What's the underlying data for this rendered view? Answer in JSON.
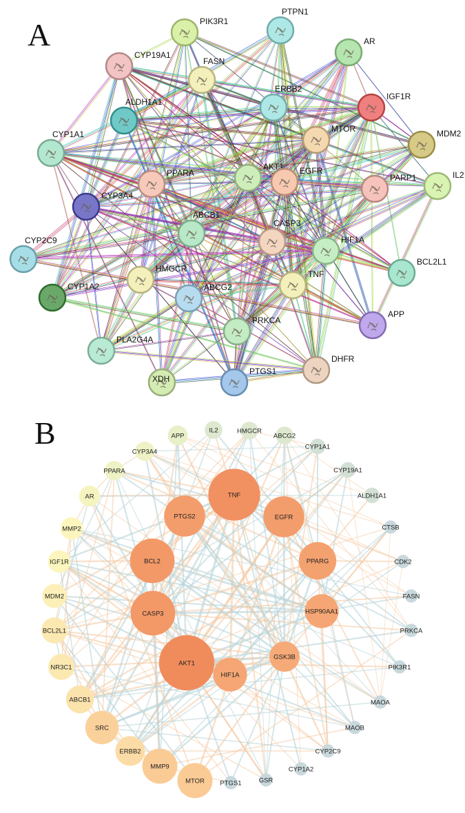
{
  "panel_a": {
    "letter": "A",
    "nodes": [
      {
        "id": "PIK3R1",
        "color": "#d9f0a8"
      },
      {
        "id": "PTPN1",
        "color": "#aee8e6"
      },
      {
        "id": "AR",
        "color": "#b6e6b0"
      },
      {
        "id": "CYP19A1",
        "color": "#f2c4c4"
      },
      {
        "id": "FASN",
        "color": "#f3f0bc"
      },
      {
        "id": "ERBB2",
        "color": "#aee8e6"
      },
      {
        "id": "IGF1R",
        "color": "#f07f7f"
      },
      {
        "id": "ALDH1A1",
        "color": "#6fcac7"
      },
      {
        "id": "MTOR",
        "color": "#f4d8b0"
      },
      {
        "id": "MDM2",
        "color": "#d6ca86"
      },
      {
        "id": "CYP1A1",
        "color": "#b4e7cf"
      },
      {
        "id": "PPARA",
        "color": "#f6c9bb"
      },
      {
        "id": "AKT1",
        "color": "#cdeebb"
      },
      {
        "id": "EGFR",
        "color": "#f6c9b0"
      },
      {
        "id": "PARP1",
        "color": "#f6c3bc"
      },
      {
        "id": "IL2",
        "color": "#d9f4b2"
      },
      {
        "id": "CYP3A4",
        "color": "#7876c8"
      },
      {
        "id": "ABCB1",
        "color": "#b8e8c8"
      },
      {
        "id": "CASP3",
        "color": "#f4d5c0"
      },
      {
        "id": "HIF1A",
        "color": "#c6eec4"
      },
      {
        "id": "CYP2C9",
        "color": "#a6dde6"
      },
      {
        "id": "BCL2L1",
        "color": "#a8e6cf"
      },
      {
        "id": "HMGCR",
        "color": "#f3f0bc"
      },
      {
        "id": "ABCG2",
        "color": "#b8dcef"
      },
      {
        "id": "TNF",
        "color": "#f3f0bc"
      },
      {
        "id": "CYP1A2",
        "color": "#6aa86a"
      },
      {
        "id": "APP",
        "color": "#c0a8ec"
      },
      {
        "id": "PRKCA",
        "color": "#c4ecc4"
      },
      {
        "id": "PLA2G4A",
        "color": "#b8ead4"
      },
      {
        "id": "XDH",
        "color": "#d4ecb4"
      },
      {
        "id": "PTGS1",
        "color": "#a4c8ec"
      },
      {
        "id": "DHFR",
        "color": "#ecd4c0"
      }
    ]
  },
  "panel_b": {
    "letter": "B",
    "nodes": [
      {
        "id": "TNF",
        "degree": 26
      },
      {
        "id": "EGFR",
        "degree": 23
      },
      {
        "id": "PPARG",
        "degree": 22
      },
      {
        "id": "HSP90AA1",
        "degree": 21
      },
      {
        "id": "GSK3B",
        "degree": 20
      },
      {
        "id": "HIF1A",
        "degree": 21
      },
      {
        "id": "AKT1",
        "degree": 27
      },
      {
        "id": "CASP3",
        "degree": 24
      },
      {
        "id": "BCL2",
        "degree": 24
      },
      {
        "id": "PTGS2",
        "degree": 23
      },
      {
        "id": "IL2",
        "degree": 3
      },
      {
        "id": "HMGCR",
        "degree": 3
      },
      {
        "id": "ABCG2",
        "degree": 3
      },
      {
        "id": "CYP1A1",
        "degree": 2
      },
      {
        "id": "CYP19A1",
        "degree": 2
      },
      {
        "id": "ALDH1A1",
        "degree": 2
      },
      {
        "id": "CTSB",
        "degree": 1
      },
      {
        "id": "CDK2",
        "degree": 1
      },
      {
        "id": "FASN",
        "degree": 1
      },
      {
        "id": "PRKCA",
        "degree": 1
      },
      {
        "id": "PIK3R1",
        "degree": 1
      },
      {
        "id": "MAOA",
        "degree": 1
      },
      {
        "id": "MAOB",
        "degree": 1
      },
      {
        "id": "CYP2C9",
        "degree": 1
      },
      {
        "id": "CYP1A2",
        "degree": 1
      },
      {
        "id": "GSR",
        "degree": 1
      },
      {
        "id": "PTGS1",
        "degree": 1
      },
      {
        "id": "MTOR",
        "degree": 14
      },
      {
        "id": "MMP9",
        "degree": 14
      },
      {
        "id": "ERBB2",
        "degree": 11
      },
      {
        "id": "SRC",
        "degree": 13
      },
      {
        "id": "ABCB1",
        "degree": 10
      },
      {
        "id": "NR3C1",
        "degree": 9
      },
      {
        "id": "BCL2L1",
        "degree": 9
      },
      {
        "id": "MDM2",
        "degree": 8
      },
      {
        "id": "IGF1R",
        "degree": 7
      },
      {
        "id": "MMP2",
        "degree": 7
      },
      {
        "id": "AR",
        "degree": 6
      },
      {
        "id": "PPARA",
        "degree": 5
      },
      {
        "id": "CYP3A4",
        "degree": 5
      },
      {
        "id": "APP",
        "degree": 4
      }
    ]
  }
}
